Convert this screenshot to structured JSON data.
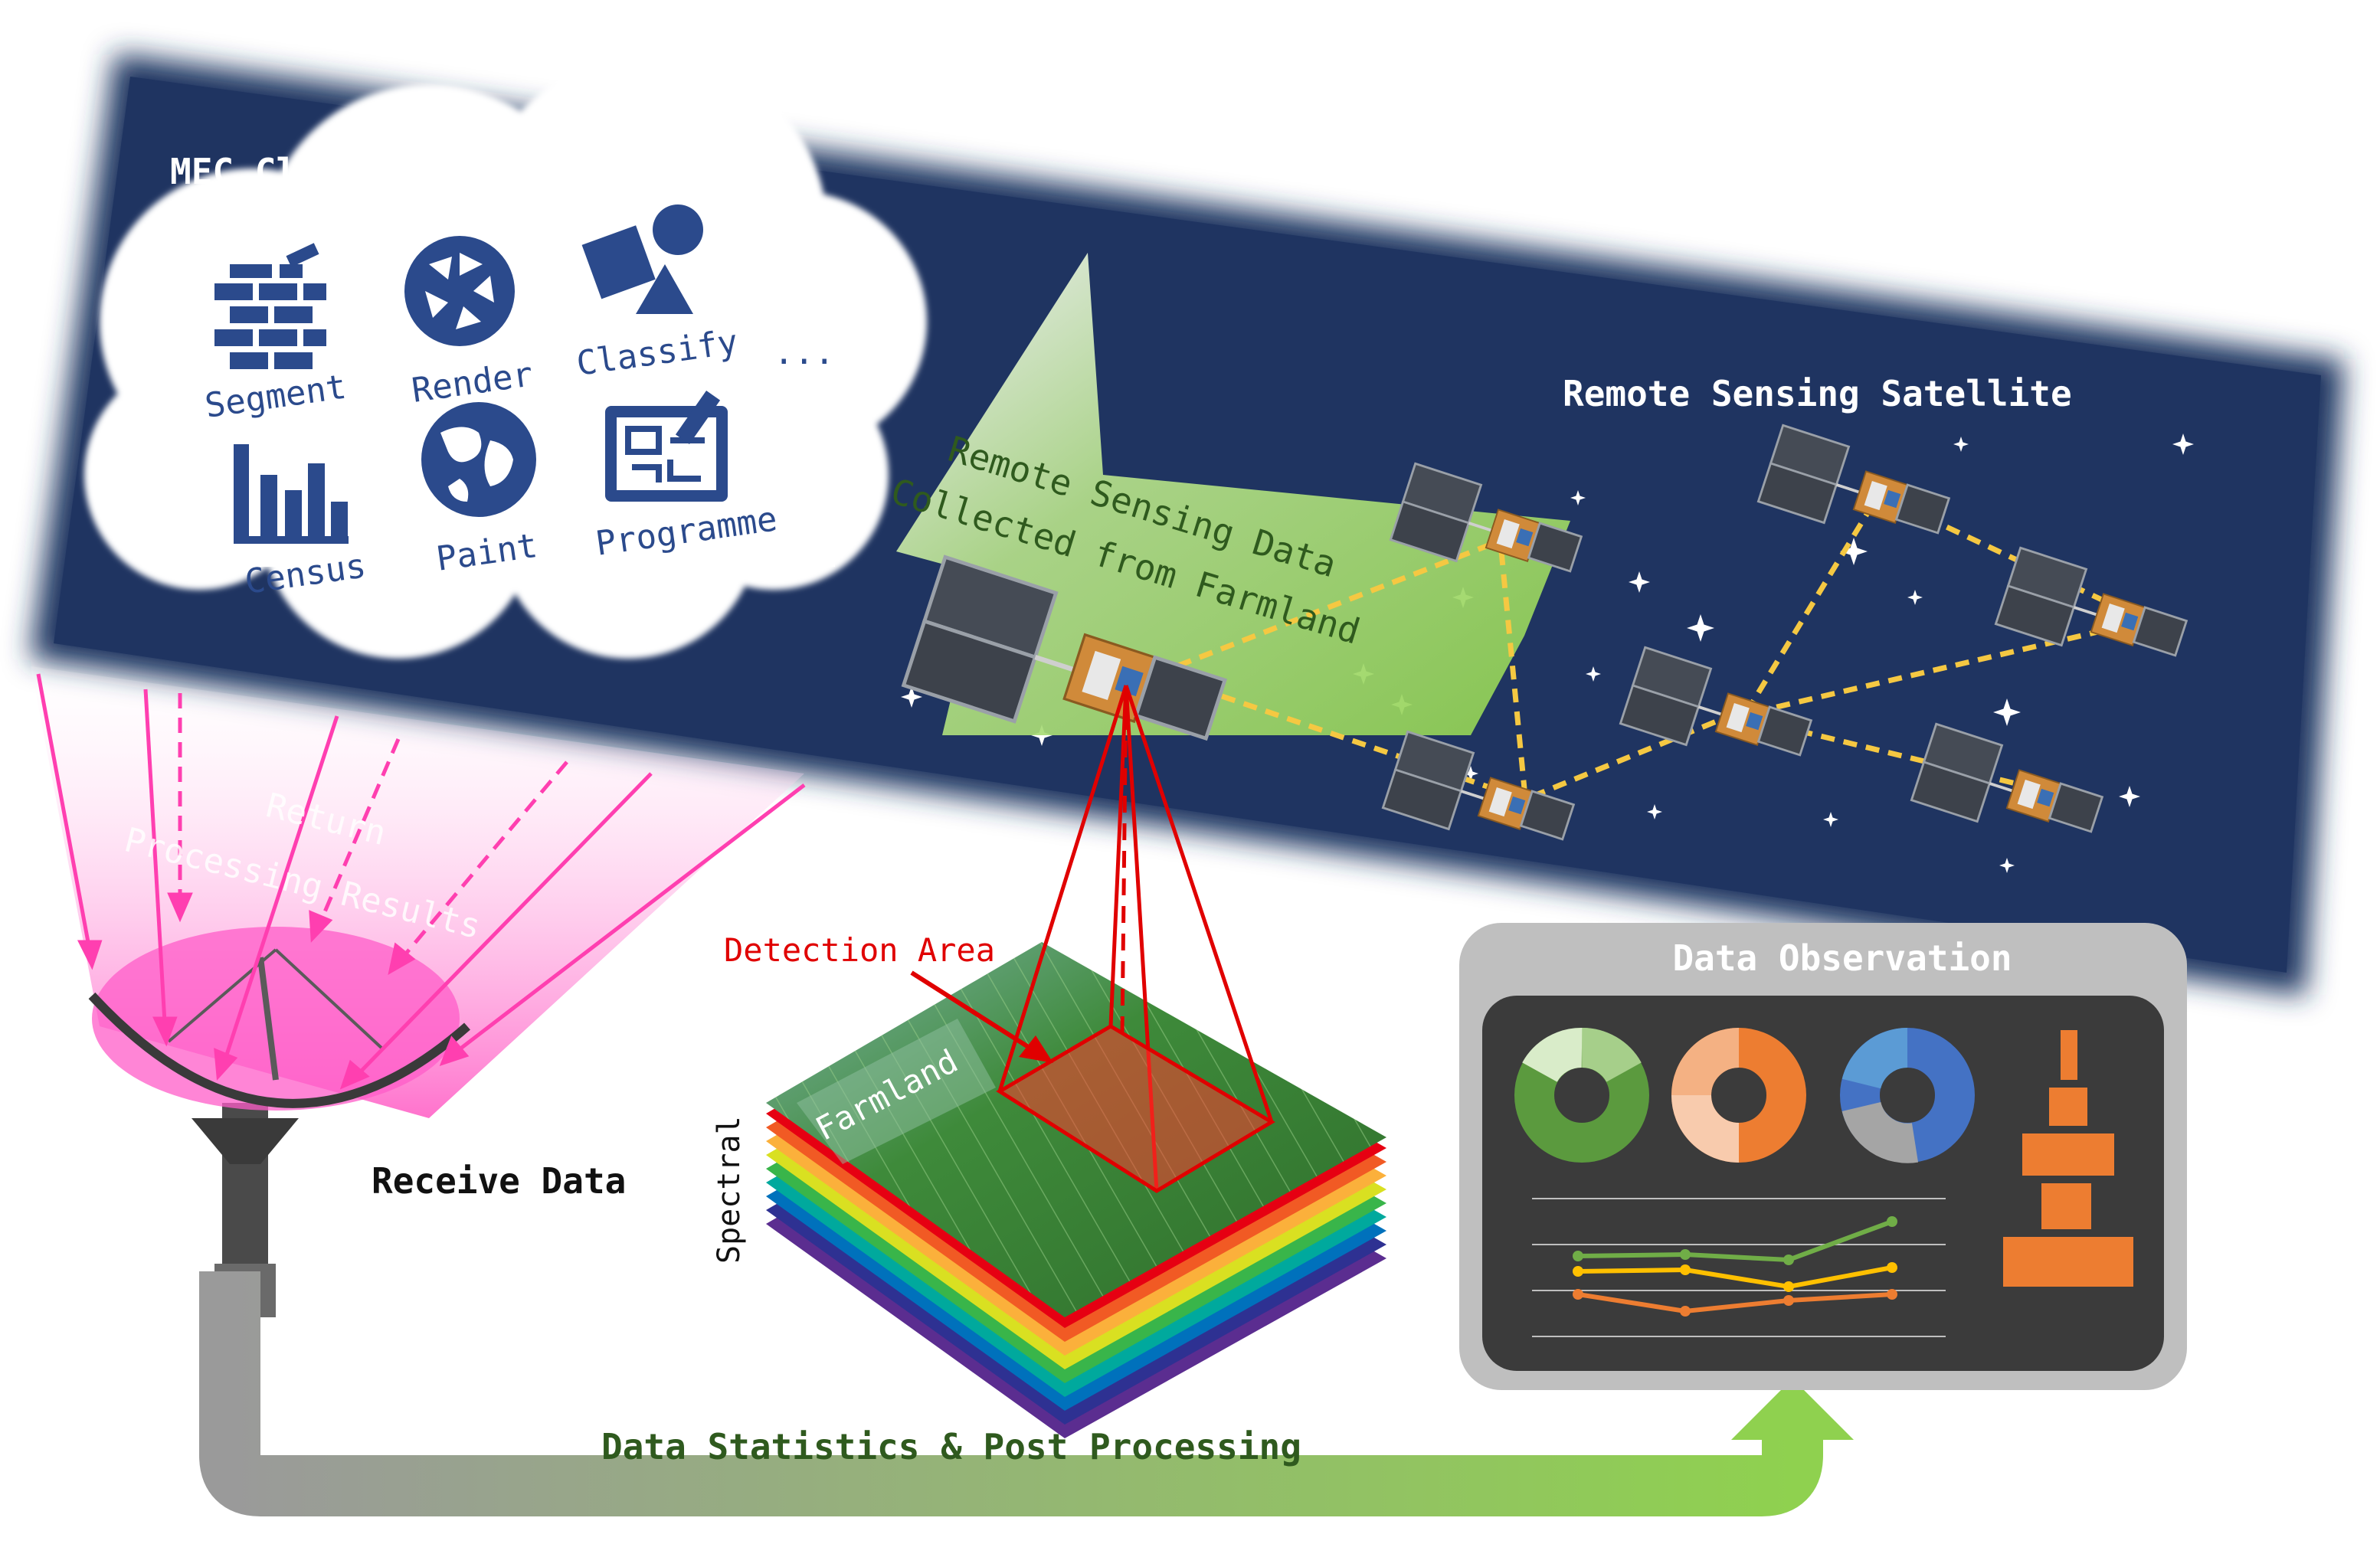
{
  "cloud": {
    "title": "MEC Cloud",
    "tools": [
      "Segment",
      "Render",
      "Classify",
      "Census",
      "Paint",
      "Programme"
    ],
    "more": "..."
  },
  "satellite": {
    "title": "Remote Sensing Satellite"
  },
  "uplink": {
    "line1": "Remote Sensing Data",
    "line2": "Collected from Farmland"
  },
  "return": {
    "line1": "Return",
    "line2": "Processing Results"
  },
  "receive": {
    "label": "Receive Data"
  },
  "detection": {
    "label": "Detection Area"
  },
  "farmland": {
    "label": "Farmland",
    "axis": "Spectral"
  },
  "observation": {
    "title": "Data Observation"
  },
  "pipeline": {
    "label": "Data Statistics & Post Processing"
  },
  "colors": {
    "navy": "#1f3461",
    "green": "#6aa84f",
    "pink": "#ff3fb0",
    "red": "#e00000",
    "orange": "#ed7d31",
    "panel": "#3b3b3b"
  }
}
